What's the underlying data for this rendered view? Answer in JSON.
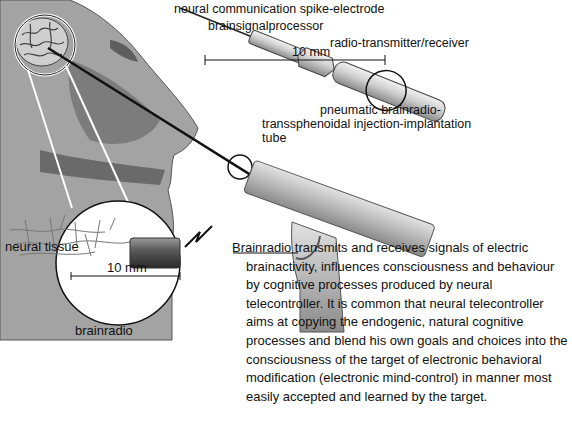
{
  "diagram": {
    "nodes": [
      {
        "text": [
          "neural tissue",
          "10 mm",
          "brainradio"
        ]
      }
    ],
    "labels": [
      "neural communication spike-electrode",
      "brainsignalprocessor",
      "radio-transmitter/receiver",
      "10 mm",
      "pneumatic brainradio- transsphenoidal injection-implantation tube",
      "Brainradio transmits  and receives signals of electric brainactivity, influences consciousness and behaviour by cognitive processes produced by neural telecontroller. It is common that neural telecontroller aims at copying the endogenic, natural cognitive processes and blend his own goals and choices into the consciousness of the target of electronic behavioral modification (electronic mind-control) in manner most easily accepted and learned by the target."
    ]
  }
}
